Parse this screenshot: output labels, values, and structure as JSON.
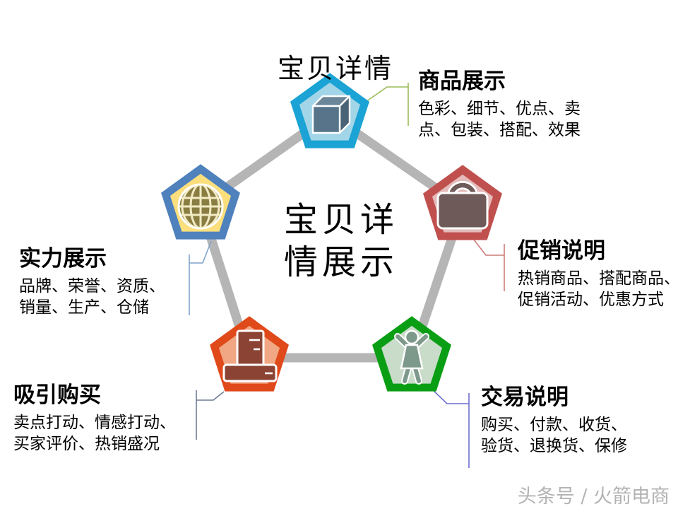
{
  "title": "宝贝详情",
  "center_text": {
    "line1": "宝贝详",
    "line2": "情展示"
  },
  "nodes": [
    {
      "id": "product-display",
      "position": "top",
      "icon": "cube-icon",
      "heading": "商品展示",
      "desc": [
        "色彩、细节、优点、卖",
        "点、包装、搭配、效果"
      ],
      "colors": {
        "border": "#1aa3d4",
        "fill": "#a3d5e8",
        "icon": "#57748a",
        "callout": "#9bbb59"
      }
    },
    {
      "id": "promotion-notes",
      "position": "right",
      "icon": "briefcase-icon",
      "heading": "促销说明",
      "desc": [
        "热销商品、搭配商品、",
        "促销活动、优惠方式"
      ],
      "colors": {
        "border": "#c0504d",
        "fill": "#e4bbba",
        "icon": "#6f5a5a",
        "callout": "#cb7b78"
      }
    },
    {
      "id": "transaction-notes",
      "position": "bottom-right",
      "icon": "person-icon",
      "heading": "交易说明",
      "desc": [
        "购买、付款、收货、",
        "验货、退换货、保修"
      ],
      "colors": {
        "border": "#0a9e14",
        "fill": "#c8dcc9",
        "icon": "#7d998b",
        "callout": "#6f6fd0"
      }
    },
    {
      "id": "attract-purchase",
      "position": "bottom-left",
      "icon": "desktop-icon",
      "heading": "吸引购买",
      "desc": [
        "卖点打动、情感打动、",
        "买家评价、热销盛况"
      ],
      "colors": {
        "border": "#e0491a",
        "fill": "#f1a783",
        "icon": "#8b4434",
        "callout": "#6e7b94"
      }
    },
    {
      "id": "strength-display",
      "position": "left",
      "icon": "globe-icon",
      "heading": "实力展示",
      "desc": [
        "品牌、荣誉、资质、",
        "销量、生产、仓储"
      ],
      "colors": {
        "border": "#4f81bd",
        "fill": "#fbdf7d",
        "icon": "#8a7d42",
        "callout": "#7fa3c9"
      }
    }
  ],
  "ring_color": "#b5b5b5",
  "watermark": "头条号 / 火箭电商"
}
